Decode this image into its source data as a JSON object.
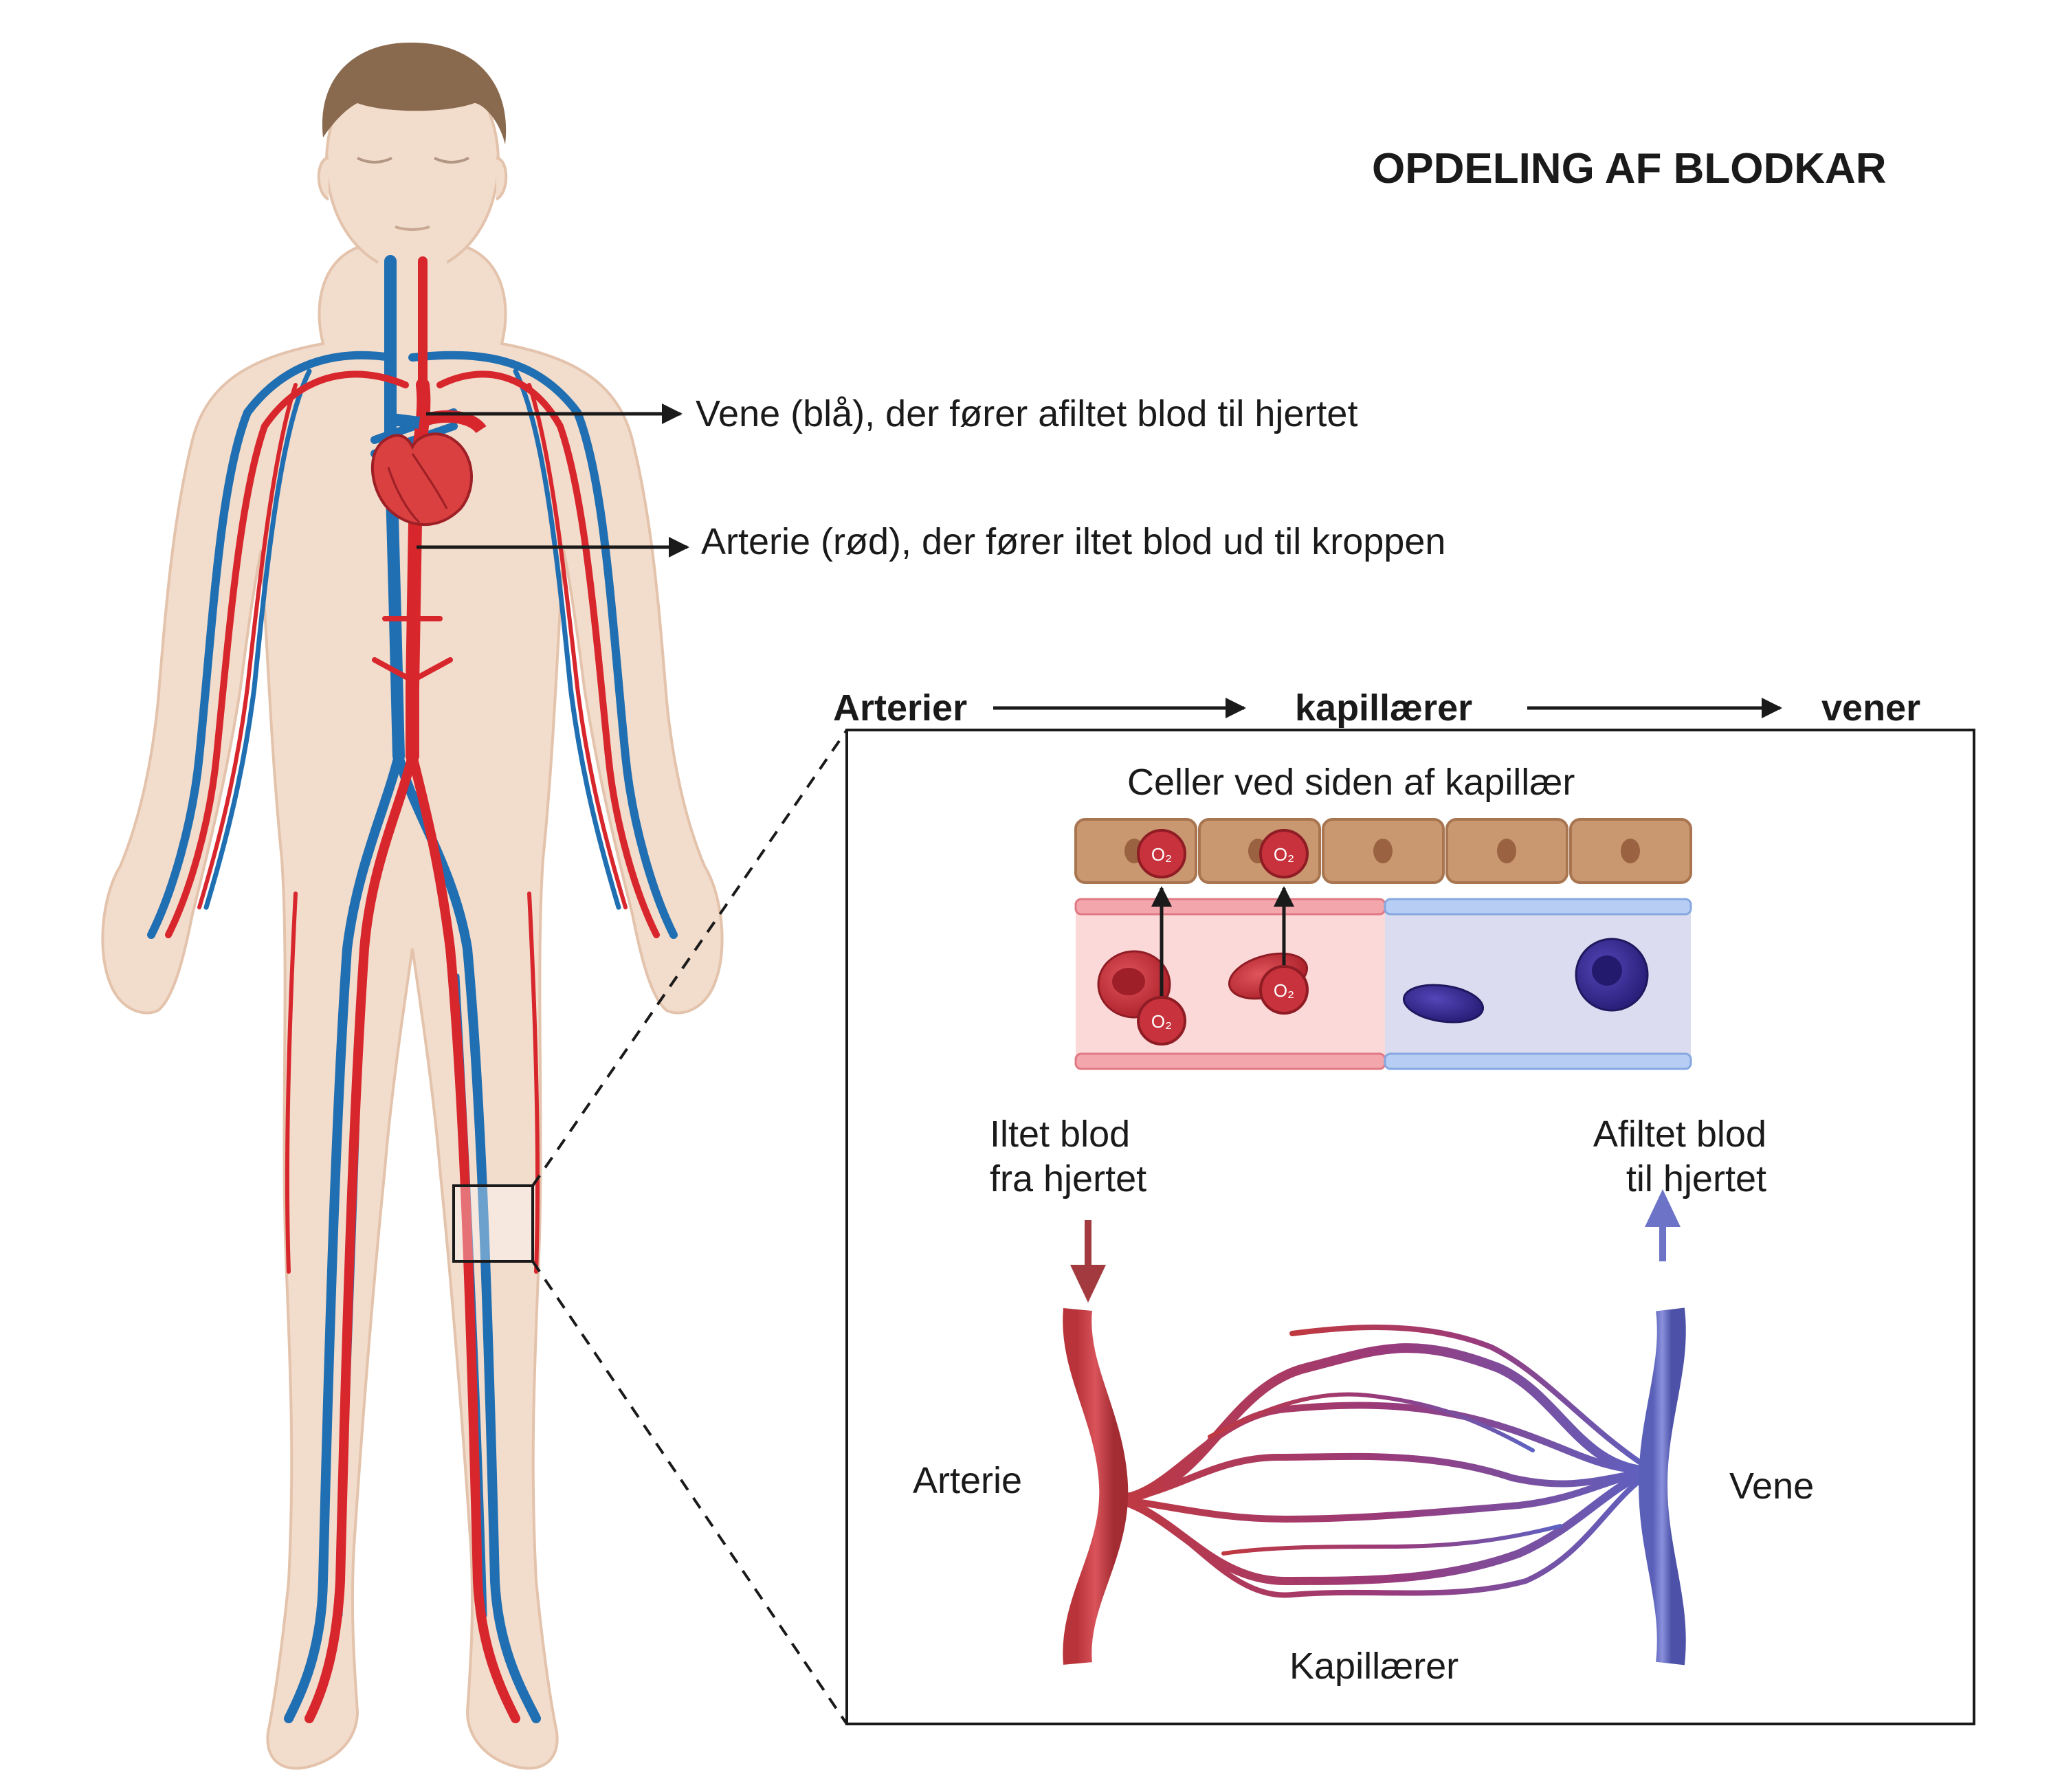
{
  "title": "OPDELING AF BLODKAR",
  "callouts": {
    "vein": "Vene (blå), der fører afiltet blod til hjertet",
    "artery": "Arterie (rød), der fører iltet blod ud til kroppen"
  },
  "flow": {
    "step1": "Arterier",
    "step2": "kapillærer",
    "step3": "vener"
  },
  "inset": {
    "cells_heading": "Celler ved siden af kapillær",
    "o2_label": "O₂",
    "oxygenated_line1": "Iltet blod",
    "oxygenated_line2": "fra hjertet",
    "deoxygenated_line1": "Afiltet blod",
    "deoxygenated_line2": "til hjertet",
    "artery_label": "Arterie",
    "vein_label": "Vene",
    "capillaries_label": "Kapillærer"
  },
  "colors": {
    "artery": "#d8262d",
    "vein": "#1f6fb2",
    "skin": "#f2dccc",
    "hair": "#8a6a4f",
    "tissue_cell": "#c99870",
    "oxy_blood": "#c8323c",
    "deoxy_blood": "#3b2d92",
    "capillary_vein": "#6a73c9"
  }
}
